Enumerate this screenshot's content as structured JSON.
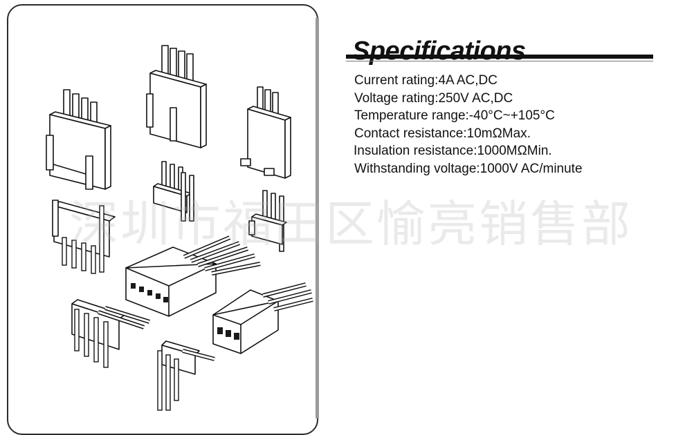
{
  "heading": "Specifications",
  "specs": [
    "Current rating:4A AC,DC",
    "Voltage rating:250V AC,DC",
    "Temperature range:-40°C~+105°C",
    "Contact resistance:10mΩMax.",
    "Insulation resistance:1000MΩMin.",
    "Withstanding voltage:1000V AC/minute"
  ],
  "watermark": "深圳市福田区愉亮销售部",
  "colors": {
    "text": "#111111",
    "border": "#2b2b2b",
    "background": "#ffffff"
  }
}
